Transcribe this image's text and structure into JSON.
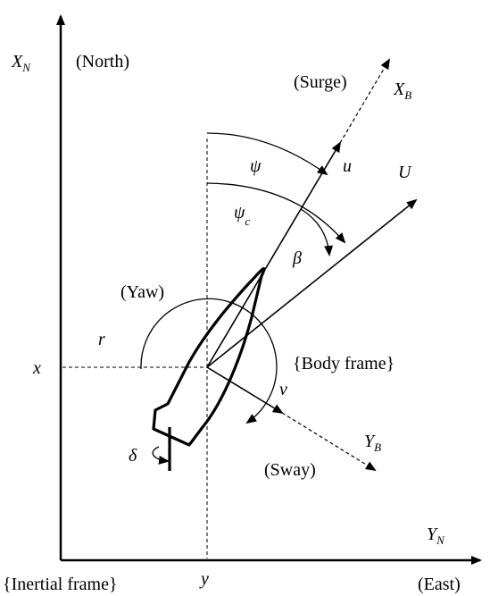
{
  "inertial": {
    "north_axis": "X",
    "north_axis_sub": "N",
    "north_label": "(North)",
    "east_axis": "Y",
    "east_axis_sub": "N",
    "east_label": "(East)",
    "frame_label": "{Inertial frame}",
    "x_pos_label": "x",
    "y_pos_label": "y"
  },
  "body": {
    "surge_label": "(Surge)",
    "xb_axis": "X",
    "xb_axis_sub": "B",
    "yb_axis": "Y",
    "yb_axis_sub": "B",
    "sway_label": "(Sway)",
    "frame_label": "{Body frame}",
    "yaw_label": "(Yaw)"
  },
  "symbols": {
    "psi": "ψ",
    "psi_c": "ψ",
    "psi_c_sub": "c",
    "u": "u",
    "U": "U",
    "beta": "β",
    "r": "r",
    "v": "v",
    "delta": "δ"
  }
}
